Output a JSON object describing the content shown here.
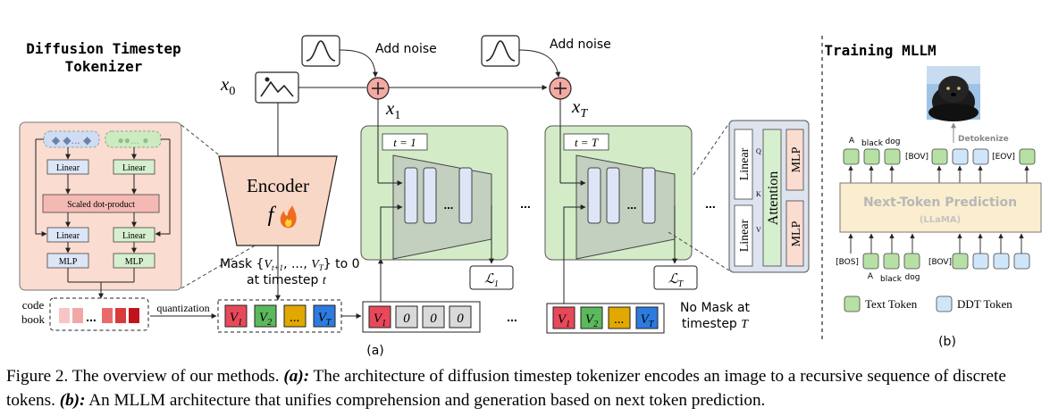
{
  "left_title": {
    "line1": "Diffusion Timestep",
    "line2": "Tokenizer"
  },
  "right_title": "Training MLLM",
  "add_noise_1": "Add noise",
  "add_noise_2": "Add noise",
  "x0": "x",
  "x0_sub": "0",
  "x1": "x",
  "x1_sub": "1",
  "xT": "x",
  "xT_sub": "T",
  "encoder": {
    "label": "Encoder",
    "symbol": "f"
  },
  "tokenizer_detail": {
    "linear_q": "Linear",
    "linear_k": "Linear",
    "scaled_dot": "Scaled dot-product",
    "linear_a": "Linear",
    "linear_b": "Linear",
    "mlp_a": "MLP",
    "mlp_b": "MLP"
  },
  "codebook": {
    "line1": "code",
    "line2": "book",
    "dots": "..."
  },
  "quantization": "quantization",
  "tokens": [
    "V",
    "V",
    "...",
    "V"
  ],
  "token_subs": [
    "1",
    "2",
    "",
    "T"
  ],
  "mask_text": {
    "line1_pre": "Mask {",
    "line1_set": "V",
    "line1_mid": "t+1",
    "line1_mid2": ", ..., ",
    "line1_end": "V",
    "line1_endsub": "T",
    "line1_post": "} to 0",
    "line2_pre": "at timestep ",
    "line2_t": "t"
  },
  "masked_seq": [
    "V",
    "0",
    "0",
    "0"
  ],
  "masked_seq_sub": "1",
  "unet1": {
    "label": "t = 1",
    "loss": "ℒ",
    "loss_sub": "1",
    "dots": "..."
  },
  "unetT": {
    "label": "t = T",
    "loss": "ℒ",
    "loss_sub": "T",
    "dots": "..."
  },
  "between_dots": [
    "...",
    "...",
    "...",
    "..."
  ],
  "no_mask": {
    "line1": "No Mask at",
    "line2_pre": "timestep ",
    "line2_T": "T"
  },
  "full_seq": [
    "V",
    "V",
    "...",
    "V"
  ],
  "attention_block": {
    "linear1": "Linear",
    "linear2": "Linear",
    "attention": "Attention",
    "mlp1": "MLP",
    "mlp2": "MLP",
    "q": "Q",
    "k": "K",
    "v": "V"
  },
  "label_a": "(a)",
  "label_b": "(b)",
  "mllm": {
    "ntp_title": "Next-Token Prediction",
    "ntp_sub": "(LLaMA)",
    "out_words": [
      "A",
      "black",
      "dog"
    ],
    "out_bov": "[BOV]",
    "out_eov": "[EOV]",
    "detokenize": "Detokenize",
    "in_bos": "[BOS]",
    "in_words": [
      "A",
      "black",
      "dog"
    ],
    "in_bov": "[BOV]",
    "legend_text": "Text Token",
    "legend_ddt": "DDT Token"
  },
  "colors": {
    "token_red": "#e8495a",
    "token_green": "#5cb85c",
    "token_yellow": "#e0a800",
    "token_blue": "#2d7be0",
    "unet_bg": "#d3ecc7",
    "tokenizer_bg": "#fbdcd0",
    "attention_bg": "#dde3ef",
    "text_token": "#b7e0a4",
    "ddt_token": "#cfe6fa",
    "ntp_bg": "#fbeecf"
  },
  "caption": {
    "p1": "Figure 2. The overview of our methods. ",
    "a_label": "(a):",
    "p2": " The architecture of diffusion timestep tokenizer encodes an image to a recursive sequence of discrete tokens. ",
    "b_label": "(b):",
    "p3": " An MLLM architecture that unifies comprehension and generation based on next token prediction."
  }
}
